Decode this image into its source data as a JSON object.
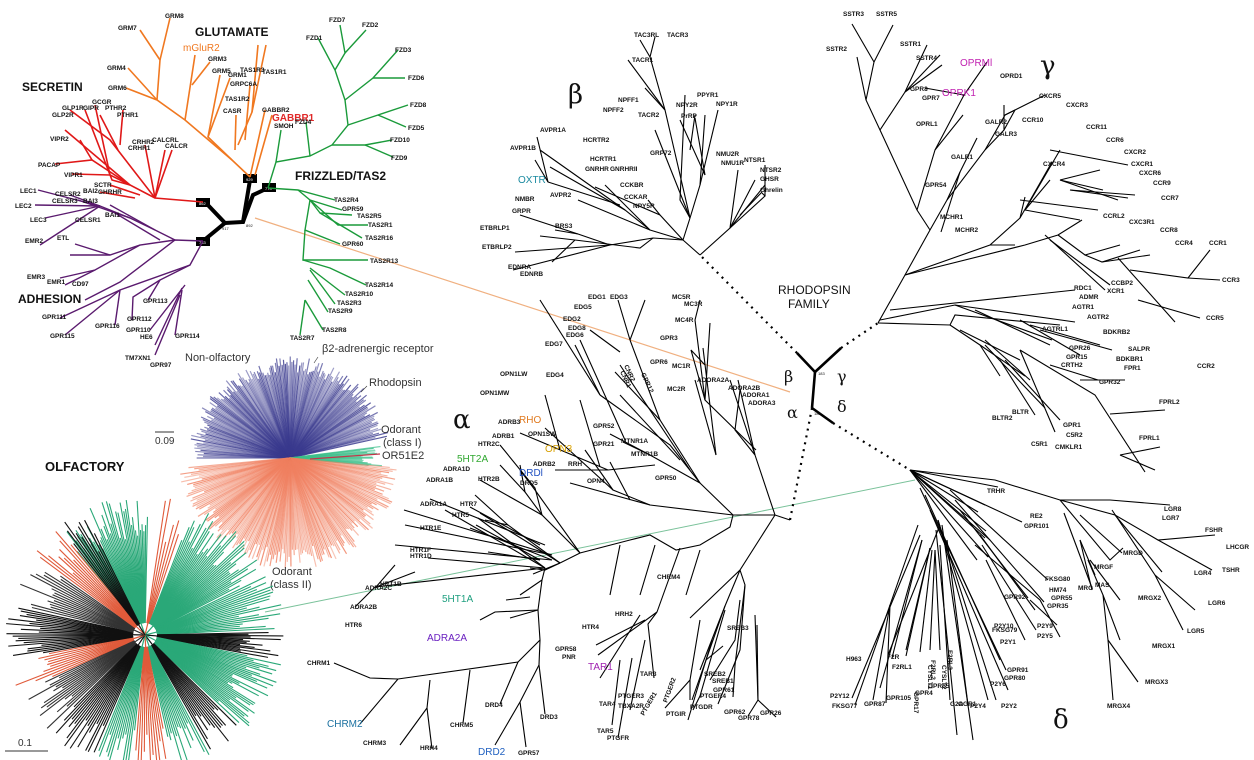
{
  "figure": {
    "families": {
      "glutamate": "GLUTAMATE",
      "secretin": "SECRETIN",
      "adhesion": "ADHESION",
      "frizzled": "FRIZZLED/TAS2",
      "rhodopsin_line1": "RHODOPSIN",
      "rhodopsin_line2": "FAMILY",
      "olfactory": "OLFACTORY"
    },
    "greek": {
      "alpha": "α",
      "beta": "β",
      "gamma": "γ",
      "delta": "δ",
      "center_beta": "β",
      "center_gamma": "γ",
      "center_alpha": "α",
      "center_delta": "δ"
    },
    "root_nodes": {
      "glut": "929",
      "secr": "862",
      "adh": "783",
      "friz": "774",
      "mid": "917",
      "mid2": "892",
      "rho_top": "183",
      "rho_bot": "182"
    },
    "circular_tree": {
      "non_olfactory": "Non-olfactory",
      "beta2": "β2-adrenergic receptor",
      "rhodopsin": "Rhodopsin",
      "odorant_class1_l1": "Odorant",
      "odorant_class1_l2": "(class I)",
      "or51e2": "OR51E2",
      "odorant_class2_l1": "Odorant",
      "odorant_class2_l2": "(class II)",
      "scale": "0.09"
    },
    "olfactory_scale": "0.1",
    "colors": {
      "glutamate": "#f07820",
      "secretin": "#e01818",
      "adhesion": "#5a1a6e",
      "frizzled": "#1a9a3a",
      "non_olfactory": "#3a3a8e",
      "odorant_class1": "#3cbf8a",
      "odorant_class2": "#f08060",
      "olf_green": "#2aa878",
      "olf_red": "#e05a3a",
      "connector_orange": "#f0b080",
      "connector_green": "#7ac29a"
    },
    "highlighted": {
      "mGluR2": "mGluR2",
      "GABBR1": "GABBR1",
      "OXTR": "OXTR",
      "OPRM1": "OPRMl",
      "OPRK1": "OPRK1",
      "RHO": "RHO",
      "OPN3": "OPN3",
      "5HT2A": "5HT2A",
      "DRD1": "DRDl",
      "5HT1A": "5HT1A",
      "ADRA2A": "ADRA2A",
      "CHRM2": "CHRM2",
      "DRD2": "DRD2",
      "TAR1": "TAR1"
    },
    "glutamate_leaves": [
      "GRM8",
      "GRM7",
      "GRM4",
      "GRM6",
      "GRM3",
      "GRM5",
      "GRM1",
      "GRPC6A",
      "TAS1R3",
      "TAS1R1",
      "TAS1R2",
      "CASR",
      "GABBR2"
    ],
    "secretin_leaves": [
      "GCGR",
      "GLP1R",
      "GIPR",
      "PTHR2",
      "GLP2R",
      "PTHR1",
      "VIPR2",
      "PACAP",
      "VIPR1",
      "CRHR2",
      "CALCRL",
      "CRHR1",
      "CALCR",
      "SCTR",
      "GHRHR"
    ],
    "adhesion_leaves": [
      "LEC1",
      "LEC2",
      "LEC3",
      "CELSR2",
      "CELSR3",
      "BAI2",
      "BAI3",
      "BAI1",
      "CELSR1",
      "EMR2",
      "ETL",
      "EMR3",
      "EMR1",
      "CD97",
      "GPR111",
      "GPR115",
      "GPR116",
      "GPR112",
      "GPR113",
      "GPR110",
      "HE6",
      "GPR114",
      "TM7XN1",
      "GPR97"
    ],
    "frizzled_leaves": [
      "FZD7",
      "FZD2",
      "FZD1",
      "FZD3",
      "FZD6",
      "FZD8",
      "FZD5",
      "FZD10",
      "FZD9",
      "FZD4",
      "SMOH",
      "TAS2R4",
      "GPR59",
      "TAS2R5",
      "TAS2R1",
      "TAS2R16",
      "GPR60",
      "TAS2R13",
      "TAS2R14",
      "TAS2R10",
      "TAS2R3",
      "TAS2R9",
      "TAS2R8",
      "TAS2R7"
    ],
    "beta_leaves": [
      "TAC3RL",
      "TACR3",
      "TACR1",
      "NPFF1",
      "NPFF2",
      "TACR2",
      "PPYR1",
      "NPY2R",
      "NPY1R",
      "PrRP",
      "AVPR1A",
      "AVPR1B",
      "HCRTR2",
      "HCRTR1",
      "GRP72",
      "NMU2R",
      "NMU1R",
      "NTSR1",
      "NTSR2",
      "GHSR",
      "Ghrelin",
      "GNRHR",
      "GNRHRII",
      "CCKBR",
      "CCKAR",
      "NPY5R",
      "AVPR2",
      "NMBR",
      "GRPR",
      "BRS3",
      "ETBRLP1",
      "ETBRLP2",
      "EDNRA",
      "EDNRB"
    ],
    "gamma_leaves": [
      "SSTR3",
      "SSTR5",
      "SSTR2",
      "SSTR1",
      "SSTR4",
      "OPRD1",
      "GPR8",
      "GPR7",
      "OPRL1",
      "GALR2",
      "GALR3",
      "GALR1",
      "GPR54",
      "MCHR1",
      "MCHR2",
      "CXCR5",
      "CXCR3",
      "CCR10",
      "CCR11",
      "CCR6",
      "CXCR2",
      "CXCR1",
      "CXCR6",
      "CCR9",
      "CCR7",
      "CXCR4",
      "CCRL2",
      "CXC3R1",
      "CCR8",
      "CCR4",
      "CCR1",
      "CCR3",
      "CCBP2",
      "XCR1",
      "RDC1",
      "ADMR",
      "CCR5",
      "CCR2",
      "AGTR1",
      "AGTR2",
      "BDKRB2",
      "AGTRL1",
      "SALPR",
      "BDKBR1",
      "GPR26",
      "GPR15",
      "CRTH2",
      "GPR32",
      "BLTR",
      "BLTR2",
      "GPR1",
      "C5R2",
      "C5R1",
      "CMKLR1",
      "FPR1",
      "FPRL2",
      "FPRL1"
    ],
    "alpha_leaves": [
      "EDG1",
      "EDG3",
      "EDG5",
      "EDG2",
      "EDG8",
      "EDG6",
      "EDG7",
      "EDG4",
      "MC5R",
      "MC3R",
      "MC4R",
      "GPR3",
      "GPR6",
      "CNR2",
      "CNR1",
      "GPR12",
      "MC1R",
      "MC2R",
      "ADORA2A",
      "ADORA2B",
      "ADORA1",
      "ADORA3",
      "OPN1LW",
      "OPN1MW",
      "ADRB3",
      "ADRB1",
      "OPN1SW",
      "HTR2C",
      "RRH",
      "ADRB2",
      "DRD5",
      "GPR52",
      "GPR21",
      "MTNR1A",
      "MTNR1B",
      "GPR50",
      "OPN4",
      "ADRA1D",
      "ADRA1B",
      "ADRA1A",
      "HTR2B",
      "HTR7",
      "HTR5",
      "HTR1E",
      "HTR1F",
      "HTR1D",
      "HRT1B",
      "ADRA2C",
      "ADRA2B",
      "HTR6",
      "HTR4",
      "HRH2",
      "CHRM4",
      "CHRM1",
      "CHRM5",
      "CHRM3",
      "HRH4",
      "DRD4",
      "DRD3",
      "GPR57",
      "GPR58",
      "PNR",
      "TAR3",
      "TAR4",
      "TAR5",
      "PTGFR",
      "PTGER3",
      "TBXA2R",
      "PTGER1",
      "PTGER2",
      "PTGIR",
      "PTGDR",
      "PTGER4",
      "SREB3",
      "SREB2",
      "SREB1",
      "GPR61",
      "GPR62",
      "GPR78",
      "GPR26"
    ],
    "delta_leaves": [
      "TRHR",
      "RE2",
      "GPR101",
      "FKSG80",
      "HM74",
      "GPR55",
      "GPR35",
      "GPR92",
      "P2Y10",
      "FKSG79",
      "P2Y9",
      "P2Y5",
      "P2Y1",
      "GPR91",
      "GPR80",
      "P2Y6",
      "P2Y2",
      "P2Y4",
      "OGR1",
      "G2A",
      "GPR4",
      "GPR65",
      "GPR17",
      "CYSLT1",
      "CYSLT2",
      "F2RL3",
      "F2RL2",
      "F2R",
      "F2RL1",
      "H963",
      "P2Y12",
      "FKSG77",
      "GPR87",
      "GPR105",
      "LGR8",
      "LGR7",
      "FSHR",
      "LHCGR",
      "TSHR",
      "LGR4",
      "LGR6",
      "LGR5",
      "MRGD",
      "MRGF",
      "MRG",
      "MAS",
      "MRGX2",
      "MRGX1",
      "MRGX3",
      "MRGX4"
    ]
  }
}
